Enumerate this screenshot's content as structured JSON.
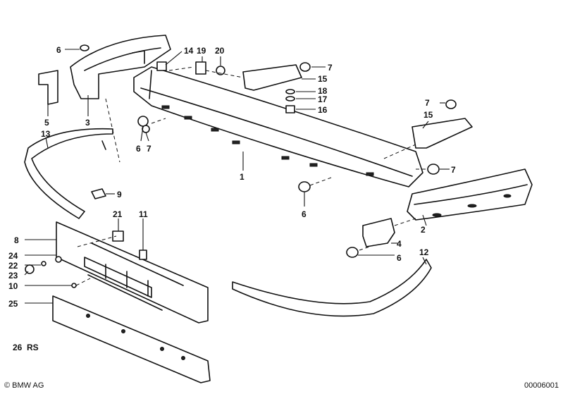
{
  "callouts": {
    "c1": "1",
    "c2": "2",
    "c3": "3",
    "c4": "4",
    "c5": "5",
    "c6a": "6",
    "c6b": "6",
    "c6c": "6",
    "c6d": "6",
    "c7a": "7",
    "c7b": "7",
    "c7c": "7",
    "c7d": "7",
    "c8": "8",
    "c9": "9",
    "c10": "10",
    "c11": "11",
    "c12": "12",
    "c13": "13",
    "c14": "14",
    "c15a": "15",
    "c15b": "15",
    "c16": "16",
    "c17": "17",
    "c18": "18",
    "c19": "19",
    "c20": "20",
    "c21": "21",
    "c22": "22",
    "c23": "23",
    "c24": "24",
    "c25": "25",
    "c26": "26  RS"
  },
  "footer": {
    "copyright": "© BMW AG",
    "doc_number": "00006001"
  }
}
